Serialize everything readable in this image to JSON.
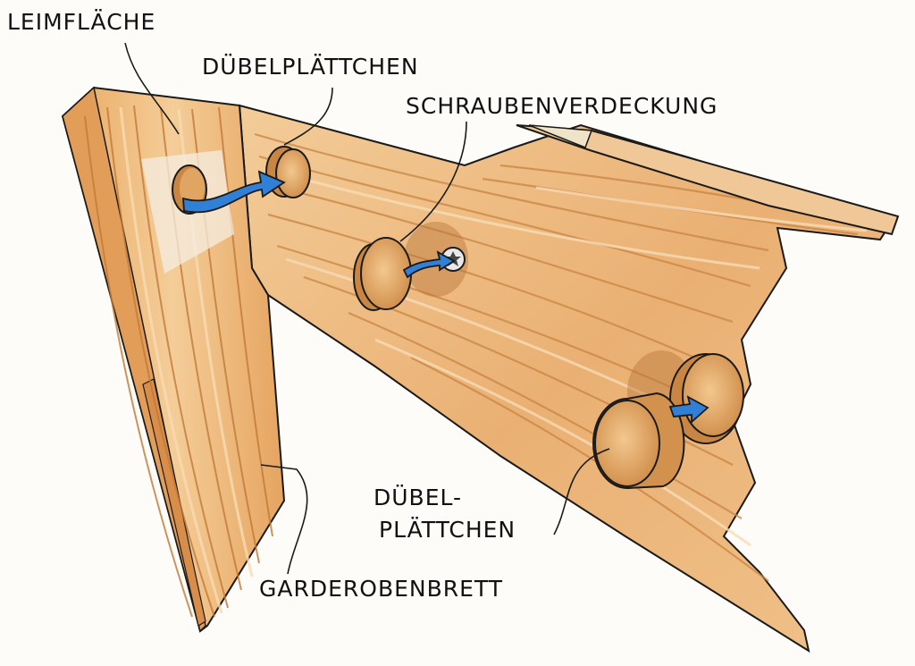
{
  "labels": {
    "leimflaeche": "LEIMFLÄCHE",
    "duebelplaettchen_top": "DÜBELPLÄTTCHEN",
    "schraubenverdeckung": "SCHRAUBENVERDECKUNG",
    "duebel_line1": "DÜBEL-",
    "duebel_line2": "PLÄTTCHEN",
    "garderobenbrett": "GARDEROBENBRETT"
  },
  "colors": {
    "wood_light": "#f1c48e",
    "wood_mid": "#e7a968",
    "wood_dark": "#c9843f",
    "arrow": "#2f80d6",
    "ink": "#1a1a1a",
    "glue": "#f6eee2"
  },
  "icons": {
    "screw_head": "torx-screw-icon",
    "arrow": "blue-arrow-icon"
  }
}
